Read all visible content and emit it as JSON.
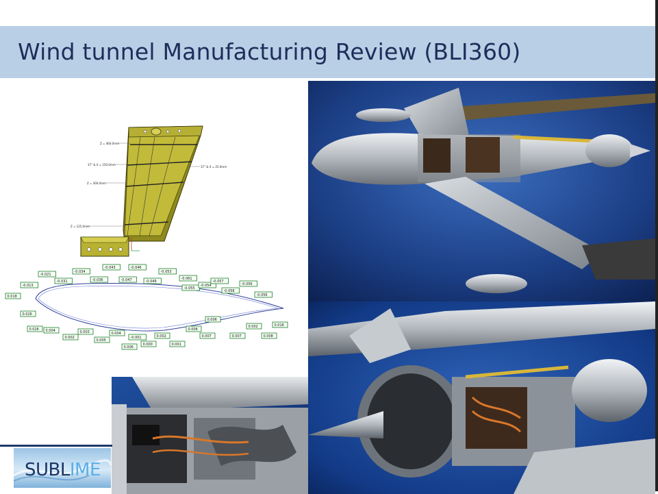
{
  "title": "Wind tunnel Manufacturing Review (BLI360)",
  "logo": {
    "prefix": "SUBL",
    "highlight": "IME"
  },
  "cad_labels": {
    "z1": "Z = 460.0mm",
    "z2": "37° & X = 150.0mm",
    "z3": "37° & X = 25.0mm",
    "z4": "Z = 300.0mm",
    "z5": "Z = 125.0mm"
  },
  "deviation_tags": [
    "-0.013",
    "-0.021",
    "-0.031",
    "-0.034",
    "-0.036",
    "-0.043",
    "-0.047",
    "-0.046",
    "-0.049",
    "-0.053",
    "-0.061",
    "-0.055",
    "-0.054",
    "-0.057",
    "-0.058",
    "-0.056",
    "-0.056",
    "0.018",
    "0.026",
    "0.026",
    "0.004",
    "0.002",
    "0.003",
    "0.005",
    "0.004",
    "-0.001",
    "0.006",
    "0.000",
    "0.002",
    "0.001",
    "0.006",
    "0.007",
    "0.006",
    "0.007",
    "0.002",
    "0.008",
    "0.016"
  ]
}
